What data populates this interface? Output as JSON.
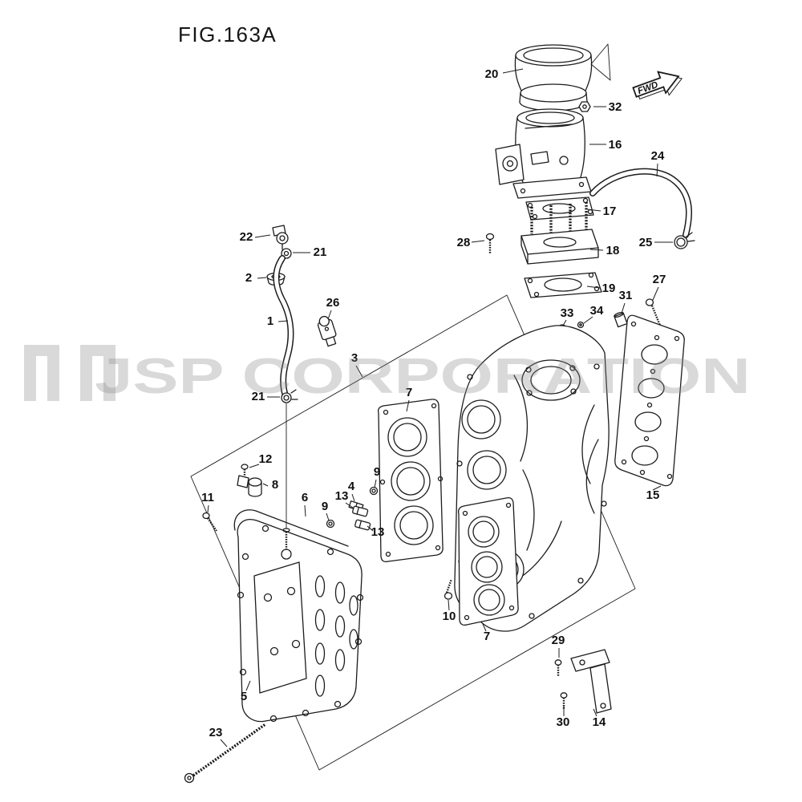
{
  "figure": {
    "title": "FIG.163A",
    "direction_label": "FWD"
  },
  "watermark": {
    "text": "JSP CORPORATION"
  },
  "callouts": [
    {
      "label": "20"
    },
    {
      "label": "32"
    },
    {
      "label": "16"
    },
    {
      "label": "24"
    },
    {
      "label": "17"
    },
    {
      "label": "25"
    },
    {
      "label": "28"
    },
    {
      "label": "18"
    },
    {
      "label": "19"
    },
    {
      "label": "27"
    },
    {
      "label": "31"
    },
    {
      "label": "34"
    },
    {
      "label": "33"
    },
    {
      "label": "22"
    },
    {
      "label": "21"
    },
    {
      "label": "2"
    },
    {
      "label": "26"
    },
    {
      "label": "1"
    },
    {
      "label": "3"
    },
    {
      "label": "21"
    },
    {
      "label": "7"
    },
    {
      "label": "15"
    },
    {
      "label": "12"
    },
    {
      "label": "8"
    },
    {
      "label": "11"
    },
    {
      "label": "6"
    },
    {
      "label": "4"
    },
    {
      "label": "9"
    },
    {
      "label": "13"
    },
    {
      "label": "9"
    },
    {
      "label": "13"
    },
    {
      "label": "10"
    },
    {
      "label": "7"
    },
    {
      "label": "29"
    },
    {
      "label": "14"
    },
    {
      "label": "30"
    },
    {
      "label": "5"
    },
    {
      "label": "23"
    }
  ]
}
